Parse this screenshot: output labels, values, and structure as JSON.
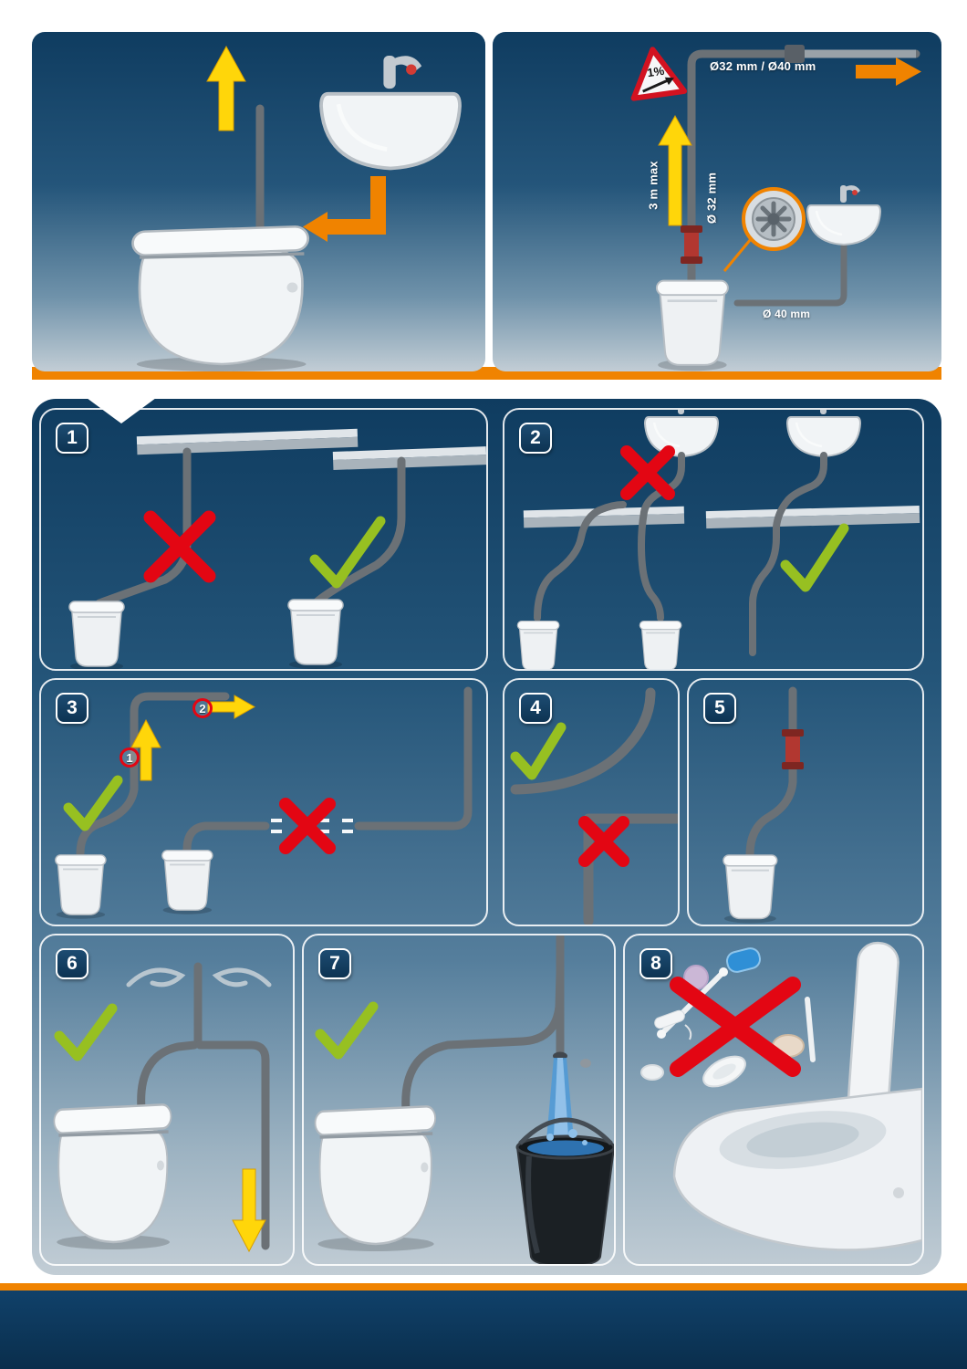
{
  "theme": {
    "page-bg": "#ffffff",
    "panel-top": "#0f3c60",
    "panel-bottom": "#c2cdd5",
    "accent-orange": "#f08300",
    "arrow-yellow": "#ffd60a",
    "cross-red": "#e30613",
    "check-green": "#97c021",
    "pipe-gray": "#6b7176",
    "badge-navy": "#0d3352",
    "footer-navy": "#0a2e4c"
  },
  "icons": {
    "check": "✓",
    "cross": "✕",
    "arrow-up": "↑",
    "arrow-right": "→",
    "arrow-down": "↓"
  },
  "measurements": {
    "top_pipe": "Ø32 mm / Ø40 mm",
    "max_lift": "3 m max",
    "vertical_pipe": "Ø 32 mm",
    "horizontal_pipe": "Ø 40 mm",
    "min_slope": "1%"
  },
  "steps": [
    "1",
    "2",
    "3",
    "4",
    "5",
    "6",
    "7",
    "8"
  ],
  "step3_sequence": {
    "first": "1",
    "second": "2"
  }
}
